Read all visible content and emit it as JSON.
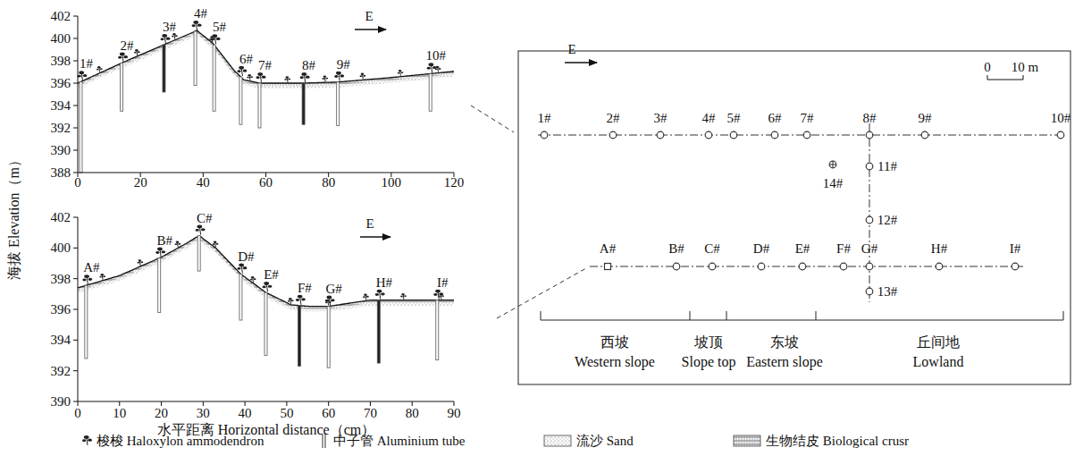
{
  "diagram": {
    "labels": [
      "海拔 Elevation（m）",
      "402",
      "400",
      "398",
      "396",
      "394",
      "392",
      "390",
      "388",
      "0",
      "20",
      "40",
      "60",
      "80",
      "100",
      "120",
      "1#",
      "2#",
      "3#",
      "4#",
      "5#",
      "6#",
      "7#",
      "8#",
      "9#",
      "10#",
      "E",
      "402",
      "400",
      "398",
      "396",
      "394",
      "392",
      "390",
      "0",
      "10",
      "20",
      "30",
      "40",
      "50",
      "60",
      "70",
      "80",
      "90",
      "A#",
      "B#",
      "C#",
      "D#",
      "E#",
      "F#",
      "G#",
      "H#",
      "I#",
      "E",
      "水平距离 Horizontal distance（cm）",
      "E",
      "0",
      "10 m",
      "1#",
      "2#",
      "3#",
      "4#",
      "5#",
      "6#",
      "7#",
      "8#",
      "9#",
      "10#",
      "11#",
      "12#",
      "13#",
      "14#",
      "A#",
      "B#",
      "C#",
      "D#",
      "E#",
      "F#",
      "G#",
      "H#",
      "I#",
      "西坡",
      "Western slope",
      "坡顶",
      "Slope top",
      "东坡",
      "Eastern slope",
      "丘间地",
      "Lowland"
    ],
    "legend": [
      {
        "text": "梭梭 Haloxylon ammodendron"
      },
      {
        "text": "中子管 Aluminium tube"
      },
      {
        "text": "流沙 Sand"
      },
      {
        "text": "生物结皮 Biological crusr"
      }
    ]
  }
}
